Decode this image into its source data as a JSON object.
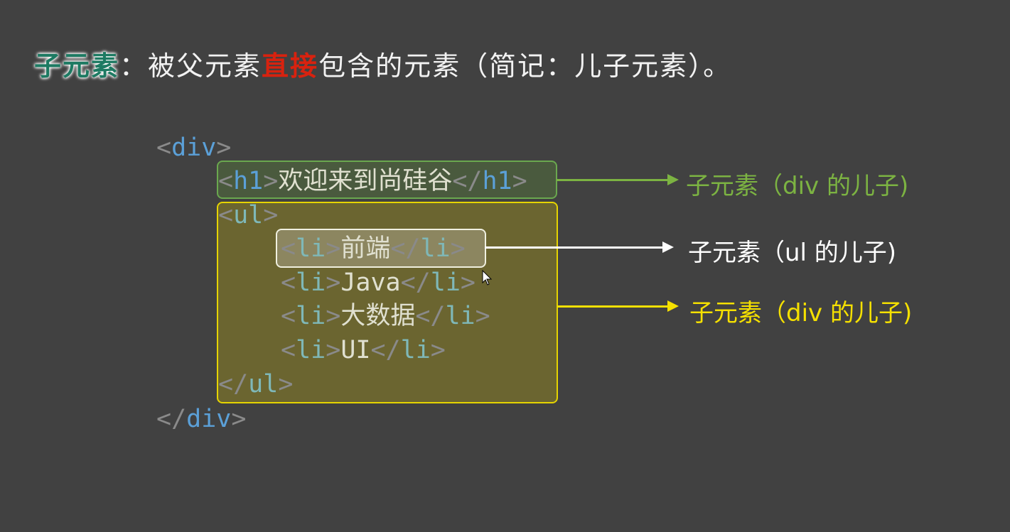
{
  "title": {
    "term": "子元素",
    "colon": "：",
    "part1": "被父元素",
    "emphasis": "直接",
    "part2": "包含的元素（简记：儿子元素）。"
  },
  "code": {
    "div_open": "div",
    "h1_tag": "h1",
    "h1_text": "欢迎来到尚硅谷",
    "ul_tag": "ul",
    "li_tag": "li",
    "li_items": [
      "前端",
      "Java",
      "大数据",
      "UI"
    ],
    "div_close": "div"
  },
  "annotations": [
    {
      "text": "子元素（div 的儿子)",
      "color": "#7cb342"
    },
    {
      "text": "子元素（ul 的儿子)",
      "color": "#ffffff"
    },
    {
      "text": "子元素（div 的儿子)",
      "color": "#f5e000"
    }
  ]
}
